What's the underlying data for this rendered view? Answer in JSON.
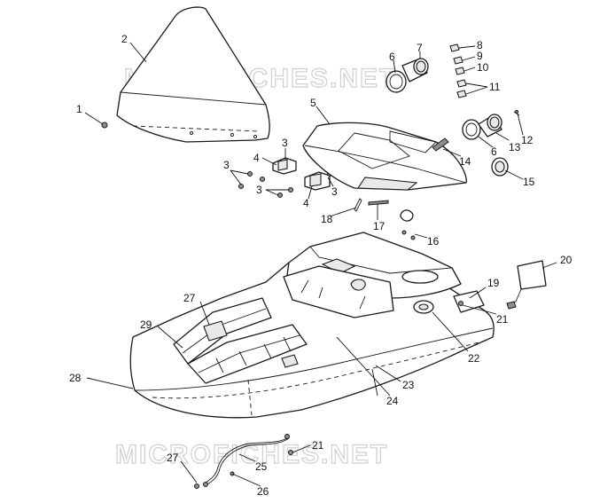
{
  "watermarks": [
    "MICROFICHES.NET",
    "MICROFICHES.NET"
  ],
  "callouts": [
    "1",
    "2",
    "3",
    "3",
    "3",
    "3",
    "4",
    "4",
    "5",
    "6",
    "6",
    "7",
    "8",
    "9",
    "10",
    "11",
    "12",
    "13",
    "14",
    "15",
    "16",
    "17",
    "18",
    "19",
    "20",
    "21",
    "21",
    "22",
    "23",
    "24",
    "25",
    "26",
    "27",
    "27",
    "28",
    "29"
  ]
}
